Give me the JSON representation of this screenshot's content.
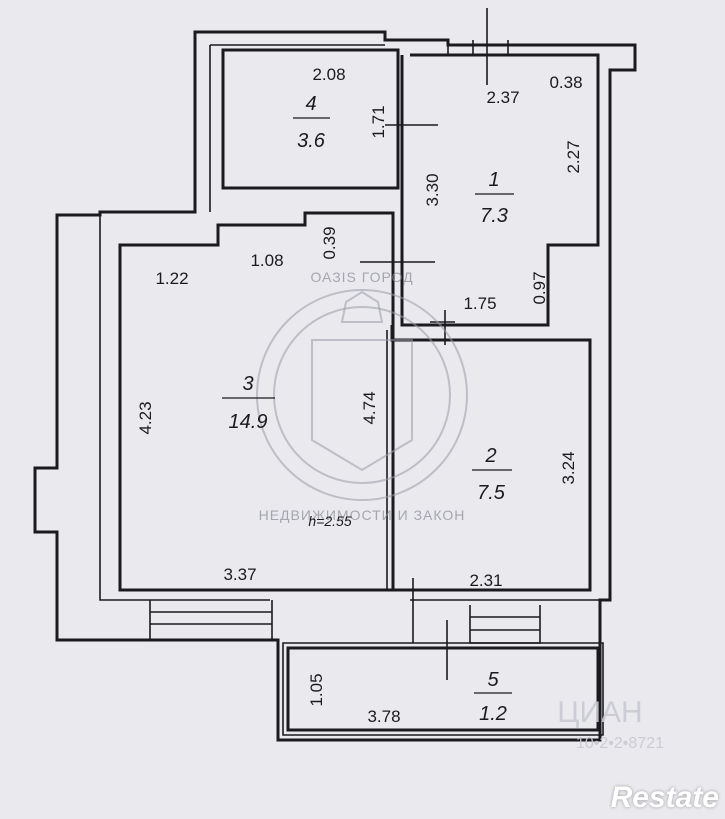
{
  "ceiling_height": "h=2.55",
  "rooms": [
    {
      "number": "1",
      "area": "7.3"
    },
    {
      "number": "2",
      "area": "7.5"
    },
    {
      "number": "3",
      "area": "14.9"
    },
    {
      "number": "4",
      "area": "3.6"
    },
    {
      "number": "5",
      "area": "1.2"
    }
  ],
  "dimensions": {
    "d208": "2.08",
    "d171": "1.71",
    "d237": "2.37",
    "d038": "0.38",
    "d330": "3.30",
    "d227": "2.27",
    "d039": "0.39",
    "d108": "1.08",
    "d122": "1.22",
    "d097": "0.97",
    "d175": "1.75",
    "d423": "4.23",
    "d474": "4.74",
    "d324": "3.24",
    "d337": "3.37",
    "d231": "2.31",
    "d105": "1.05",
    "d378": "3.78"
  },
  "stamp": {
    "text": "НЕДВИЖИМОСТИ И ЗАКОН",
    "small": "ОАЗIS   ГОРОД"
  },
  "watermark": {
    "brand": "ЦИАН",
    "id": "10•2•2•8721"
  },
  "logo": "Restate",
  "colors": {
    "line": "#1b1b1f",
    "paper": "#e9e9ee"
  }
}
